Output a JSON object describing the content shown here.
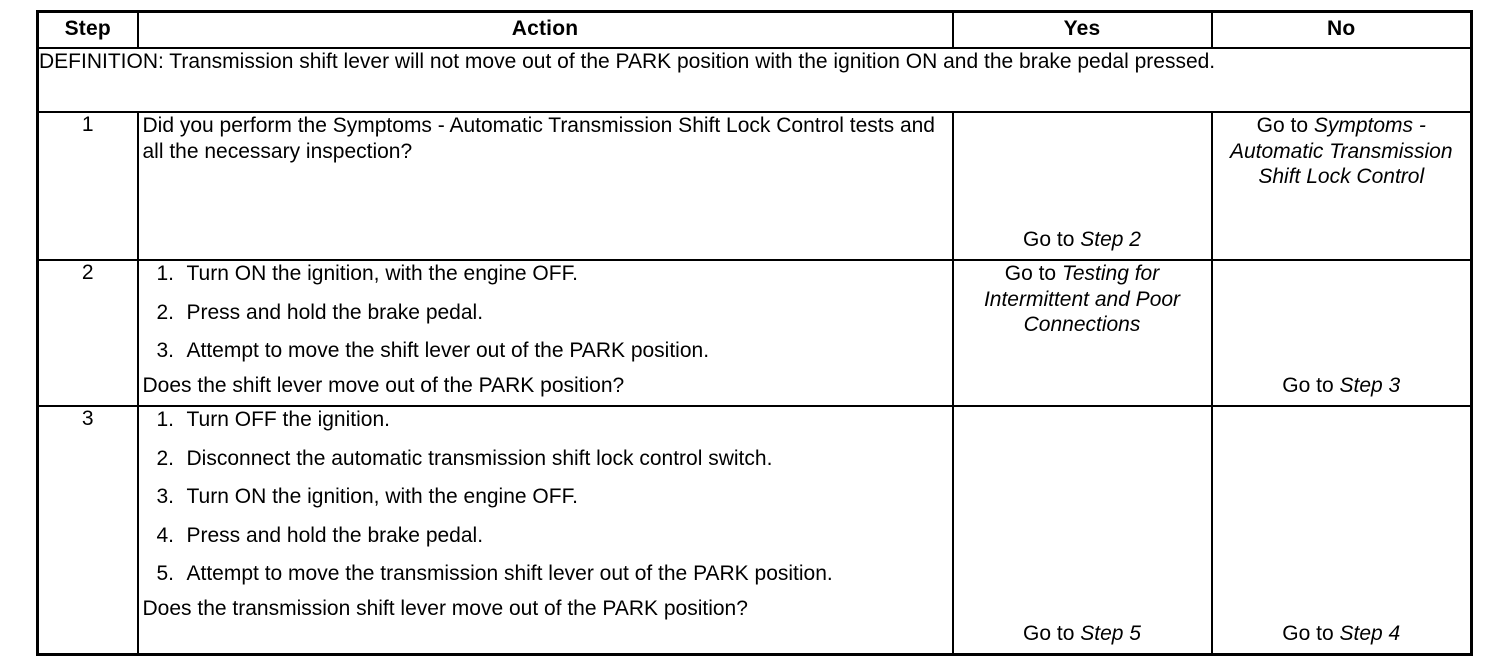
{
  "table": {
    "headers": {
      "step": "Step",
      "action": "Action",
      "yes": "Yes",
      "no": "No"
    },
    "definition": "DEFINITION: Transmission shift lever will not move out of the PARK position with the ignition ON and the brake pedal pressed.",
    "rows": [
      {
        "step": "1",
        "action": {
          "lead": "Did you perform the Symptoms - Automatic Transmission Shift Lock Control tests and all the necessary inspection?",
          "items": [],
          "tail": ""
        },
        "yes": {
          "prefix": "Go to ",
          "target": "Step 2"
        },
        "no": {
          "prefix": "Go to ",
          "target": "Symptoms - Automatic Transmission Shift Lock Control"
        }
      },
      {
        "step": "2",
        "action": {
          "lead": "",
          "items": [
            {
              "num": "1.",
              "text": "Turn ON the ignition, with the engine OFF."
            },
            {
              "num": "2.",
              "text": "Press and hold the brake pedal."
            },
            {
              "num": "3.",
              "text": "Attempt to move the shift lever out of the PARK position."
            }
          ],
          "tail": "Does the shift lever move out of the PARK position?"
        },
        "yes": {
          "prefix": "Go to ",
          "target": "Testing for Intermittent and Poor Connections"
        },
        "no": {
          "prefix": "Go to ",
          "target": "Step 3"
        }
      },
      {
        "step": "3",
        "action": {
          "lead": "",
          "items": [
            {
              "num": "1.",
              "text": "Turn OFF the ignition."
            },
            {
              "num": "2.",
              "text": "Disconnect the automatic transmission shift lock control switch."
            },
            {
              "num": "3.",
              "text": "Turn ON the ignition, with the engine OFF."
            },
            {
              "num": "4.",
              "text": "Press and hold the brake pedal."
            },
            {
              "num": "5.",
              "text": "Attempt to move the transmission shift lever out of the PARK position."
            }
          ],
          "tail": "Does the transmission shift lever move out of the PARK position?"
        },
        "yes": {
          "prefix": "Go to ",
          "target": "Step 5"
        },
        "no": {
          "prefix": "Go to ",
          "target": "Step 4"
        }
      }
    ]
  }
}
